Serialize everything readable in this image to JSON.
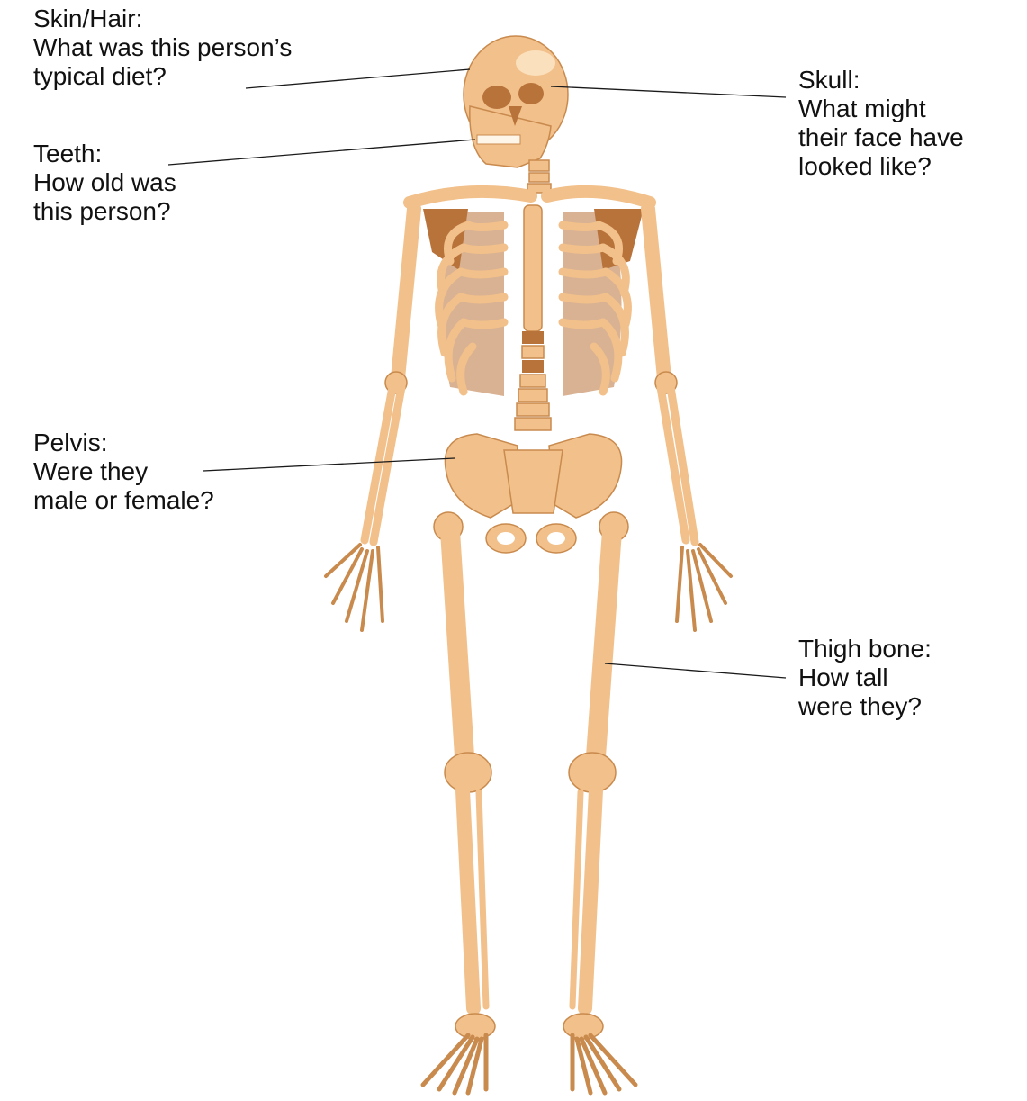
{
  "colors": {
    "bone_fill": "#f2c08a",
    "bone_stroke": "#c98a4e",
    "bone_shadow": "#b8733a",
    "bone_highlight": "#fbe0bd",
    "leader_line": "#1a1a1a",
    "text": "#111111"
  },
  "labels": {
    "skin_hair": {
      "title": "Skin/Hair:",
      "lines": [
        "What was this person’s",
        "typical diet?"
      ]
    },
    "teeth": {
      "title": "Teeth:",
      "lines": [
        "How old was",
        "this person?"
      ]
    },
    "skull": {
      "title": "Skull:",
      "lines": [
        "What might",
        "their face have",
        "looked like?"
      ]
    },
    "pelvis": {
      "title": "Pelvis:",
      "lines": [
        "Were they",
        "male or female?"
      ]
    },
    "thigh": {
      "title": "Thigh bone:",
      "lines": [
        "How tall",
        "were they?"
      ]
    }
  }
}
